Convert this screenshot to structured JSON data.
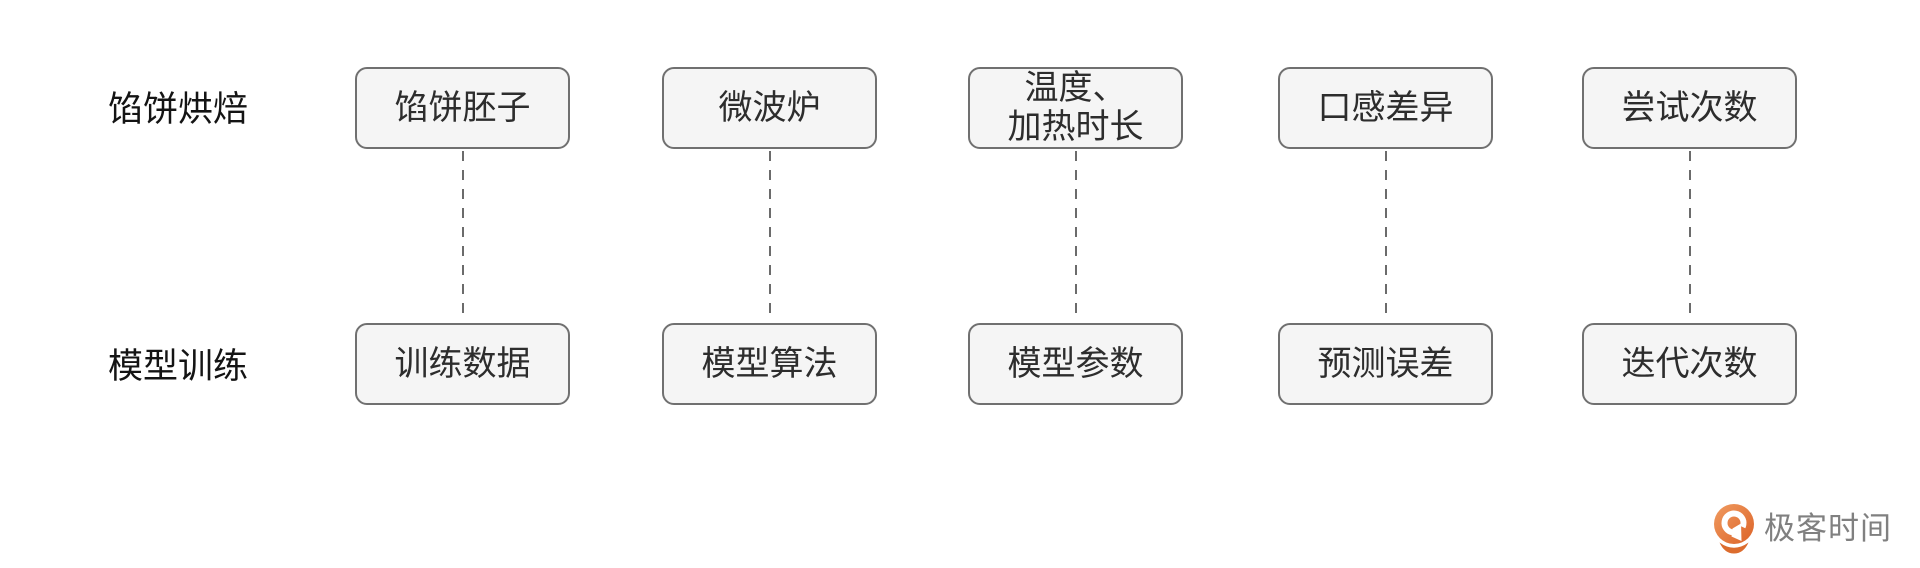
{
  "diagram": {
    "rows": [
      {
        "label": "馅饼烘焙"
      },
      {
        "label": "模型训练"
      }
    ],
    "columns": [
      {
        "top": {
          "lines": [
            "馅饼胚子"
          ]
        },
        "bottom": "训练数据"
      },
      {
        "top": {
          "lines": [
            "微波炉"
          ]
        },
        "bottom": "模型算法"
      },
      {
        "top": {
          "lines": [
            "温度、",
            "加热时长"
          ]
        },
        "bottom": "模型参数"
      },
      {
        "top": {
          "lines": [
            "口感差异"
          ]
        },
        "bottom": "预测误差"
      },
      {
        "top": {
          "lines": [
            "尝试次数"
          ]
        },
        "bottom": "迭代次数"
      }
    ]
  },
  "branding": {
    "logo_text": "极客时间",
    "icon": "geektime-q-icon",
    "icon_gradient_start": "#F09B60",
    "icon_gradient_end": "#DC6328",
    "text_color": "#808080"
  },
  "colors": {
    "background": "#ffffff",
    "box_fill": "#f5f5f5",
    "box_border": "#707070",
    "box_text": "#2d2d2d",
    "label_text": "#141414",
    "connector": "#6b6b6b"
  }
}
